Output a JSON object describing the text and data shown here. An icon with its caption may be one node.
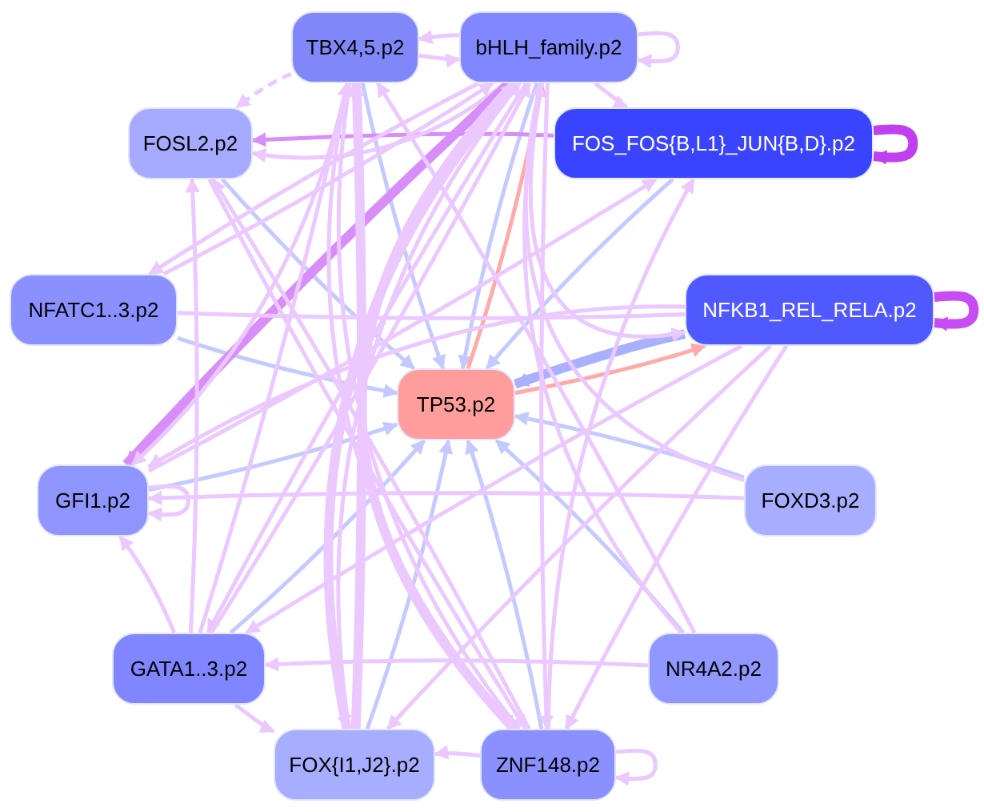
{
  "diagram": {
    "nodes": [
      {
        "text": [
          "TBX4,5.p2"
        ]
      },
      {
        "text": [
          "bHLH_family.p2"
        ]
      },
      {
        "text": [
          "FOSL2.p2"
        ]
      },
      {
        "text": [
          "FOS_FOS{B,L1}_JUN{B,D}.p2"
        ]
      },
      {
        "text": [
          "NFATC1..3.p2"
        ]
      },
      {
        "text": [
          "NFKB1_REL_RELA.p2"
        ]
      },
      {
        "text": [
          "TP53.p2"
        ]
      },
      {
        "text": [
          "GFI1.p2"
        ]
      },
      {
        "text": [
          "FOXD3.p2"
        ]
      },
      {
        "text": [
          "GATA1..3.p2"
        ]
      },
      {
        "text": [
          "NR4A2.p2"
        ]
      },
      {
        "text": [
          "FOX{I1,J2}.p2"
        ]
      },
      {
        "text": [
          "ZNF148.p2"
        ]
      }
    ],
    "edges": [
      {
        "from": 0,
        "to": 6,
        "arrow": "to",
        "color": "#c4caff"
      },
      {
        "from": 1,
        "to": 6,
        "arrow": "to",
        "color": "#c4caff"
      },
      {
        "from": 2,
        "to": 6,
        "arrow": "to",
        "color": "#c4caff"
      },
      {
        "from": 3,
        "to": 6,
        "arrow": "to",
        "color": "#c4caff"
      },
      {
        "from": 4,
        "to": 6,
        "arrow": "to",
        "color": "#c4caff"
      },
      {
        "from": 5,
        "to": 6,
        "arrow": "to",
        "color": "#a8b0ff",
        "style": "thick"
      },
      {
        "from": 7,
        "to": 6,
        "arrow": "to",
        "color": "#c4caff"
      },
      {
        "from": 8,
        "to": 6,
        "arrow": "to",
        "color": "#c4caff"
      },
      {
        "from": 9,
        "to": 6,
        "arrow": "to",
        "color": "#c4caff"
      },
      {
        "from": 10,
        "to": 6,
        "arrow": "to",
        "color": "#c4caff"
      },
      {
        "from": 11,
        "to": 6,
        "arrow": "to",
        "color": "#c4caff"
      },
      {
        "from": 12,
        "to": 6,
        "arrow": "to",
        "color": "#c4caff"
      },
      {
        "from": 6,
        "to": 5,
        "arrow": "to",
        "color": "#ffaaaa"
      },
      {
        "from": 6,
        "to": 1,
        "arrow": "to",
        "color": "#ffaaaa"
      },
      {
        "from": 0,
        "to": 1,
        "arrow": "to"
      },
      {
        "from": 1,
        "to": 0,
        "arrow": "to"
      },
      {
        "from": 1,
        "to": 1,
        "arrow": "to"
      },
      {
        "from": 3,
        "to": 3,
        "arrow": "to",
        "color": "#c040f0",
        "style": "thick"
      },
      {
        "from": 5,
        "to": 5,
        "arrow": "to",
        "color": "#c84cf4",
        "style": "thick"
      },
      {
        "from": 7,
        "to": 7,
        "arrow": "to"
      },
      {
        "from": 12,
        "to": 12,
        "arrow": "to"
      },
      {
        "from": 3,
        "to": 2,
        "arrow": "to",
        "color": "#d88ef8"
      },
      {
        "from": 1,
        "to": 2,
        "arrow": "to"
      },
      {
        "from": 1,
        "to": 7,
        "arrow": "to",
        "color": "#d88ef8",
        "style": "thick"
      },
      {
        "from": 1,
        "to": 4,
        "arrow": "to"
      },
      {
        "from": 1,
        "to": 9,
        "arrow": "to"
      },
      {
        "from": 1,
        "to": 11,
        "arrow": "to",
        "style": "thick"
      },
      {
        "from": 1,
        "to": 12,
        "arrow": "to"
      },
      {
        "from": 1,
        "to": 5,
        "arrow": "to"
      },
      {
        "from": 1,
        "to": 3,
        "arrow": "to"
      },
      {
        "from": 0,
        "to": 2,
        "arrow": "to",
        "style": "dashed"
      },
      {
        "from": 0,
        "to": 7,
        "arrow": "to"
      },
      {
        "from": 0,
        "to": 12,
        "arrow": "to"
      },
      {
        "from": 9,
        "to": 0,
        "arrow": "to"
      },
      {
        "from": 9,
        "to": 1,
        "arrow": "to"
      },
      {
        "from": 9,
        "to": 2,
        "arrow": "to"
      },
      {
        "from": 9,
        "to": 7,
        "arrow": "to"
      },
      {
        "from": 9,
        "to": 11,
        "arrow": "to"
      },
      {
        "from": 11,
        "to": 0,
        "arrow": "to",
        "style": "thick"
      },
      {
        "from": 11,
        "to": 1,
        "arrow": "to"
      },
      {
        "from": 12,
        "to": 11,
        "arrow": "to"
      },
      {
        "from": 12,
        "to": 0,
        "arrow": "to"
      },
      {
        "from": 12,
        "to": 1,
        "arrow": "to",
        "style": "thick"
      },
      {
        "from": 12,
        "to": 3,
        "arrow": "to"
      },
      {
        "from": 12,
        "to": 2,
        "arrow": "to"
      },
      {
        "from": 10,
        "to": 9,
        "arrow": "to"
      },
      {
        "from": 10,
        "to": 1,
        "arrow": "to"
      },
      {
        "from": 10,
        "to": 0,
        "arrow": "to"
      },
      {
        "from": 5,
        "to": 9,
        "arrow": "to"
      },
      {
        "from": 5,
        "to": 11,
        "arrow": "to"
      },
      {
        "from": 5,
        "to": 12,
        "arrow": "to"
      },
      {
        "from": 5,
        "to": 7,
        "arrow": "to"
      },
      {
        "from": 8,
        "to": 7,
        "arrow": "to"
      },
      {
        "from": 8,
        "to": 1,
        "arrow": "to"
      },
      {
        "from": 4,
        "to": 5,
        "arrow": "none"
      },
      {
        "from": 7,
        "to": 3,
        "arrow": "to"
      },
      {
        "from": 4,
        "to": 1,
        "arrow": "to"
      },
      {
        "from": 2,
        "to": 12,
        "arrow": "to"
      }
    ]
  }
}
